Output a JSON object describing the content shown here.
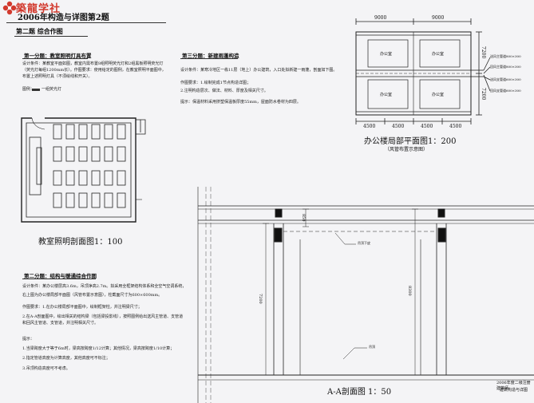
{
  "header": {
    "brand": "築龍学社",
    "title": "2006年构造与详图第2题",
    "subtitle": "第二题  综合作图"
  },
  "lighting": {
    "heading": "第一分题：教室照明灯具布置",
    "text": "设计条件：某教室平面如图，教室内需布置8组照明荧光灯和2组黑板照明荧光灯（荧光灯每组1200mm长）。作图要求：使用给定的图例，在教室照明平面图中，布置上述照明灯具（不须绘线和开关）。",
    "legend_label": "图例：",
    "legend_name": "一组荧光灯",
    "caption": "教室照明剖面图1：100"
  },
  "canopy": {
    "heading": "第三分题：新建雨蓬构造",
    "text1": "设计条件：某寒冷地区一栋11层（地上）办公建筑，入口处拟新建一雨蓬，剖面如下图。",
    "text2": "作图要求：1.绘制完成1节点构造详图；",
    "text3": "2.注明构造层次、做法、材料、厚度及相关尺寸。",
    "text4": "提示：保温材料采用挤塑保温板厚度55mm，屋面防水卷材为四层。"
  },
  "structure": {
    "heading": "第二分题：结构与暖通综合作图",
    "text1": "设计条件：某办公楼层高3.6m，吊顶净高2.7m。拟采用全框架结构体系和全空气空调系统，",
    "text2": "右上图为办公楼局部平面图（风管布置示意图），柱截面尺寸为600×600mm。",
    "text3": "作图要求：1.在办公楼局部平面图中，绘制框架柱，并注明梁尺寸；",
    "text4": "2.在A-A剖面图中，绘出相关的结构梁（包括梁投影线），按照图例给出送风主管道、支管道和回风主管道、支管道，并注明相关尺寸。",
    "text5": "提示：",
    "hint1": "1.当梁跨度大于等于6m时，梁高按跨度1/12计算；其他情况，梁高按跨度1/10计算；",
    "hint2": "2.指定管道高度为计算高度，其他高度可不标注；",
    "hint3": "3.吊顶构造高度可不考虑。"
  },
  "plan": {
    "dims_top": [
      "9000",
      "9000"
    ],
    "dims_bottom": [
      "4500",
      "4500",
      "4500",
      "4500"
    ],
    "dims_right": [
      "7200",
      "7200"
    ],
    "rooms": [
      "办公室",
      "办公室",
      "办公室",
      "办公室"
    ],
    "duct_notes": [
      "送风主管道800×300",
      "回风主管道800×300",
      "送风支管道600×300",
      "回风支管道600×300"
    ],
    "caption": "办公楼局部平面图1：200",
    "caption_sub": "（风管布置示意图）"
  },
  "section": {
    "dim_top": "850",
    "dim_left": "7200",
    "dim_right": "8300",
    "tag1": "吊顶下皮",
    "tag2": "吊顶",
    "caption": "A-A剖面图 1：50"
  },
  "footer": {
    "line1": "2006年度二级注册建筑师",
    "line2": "建筑构造与详图"
  }
}
